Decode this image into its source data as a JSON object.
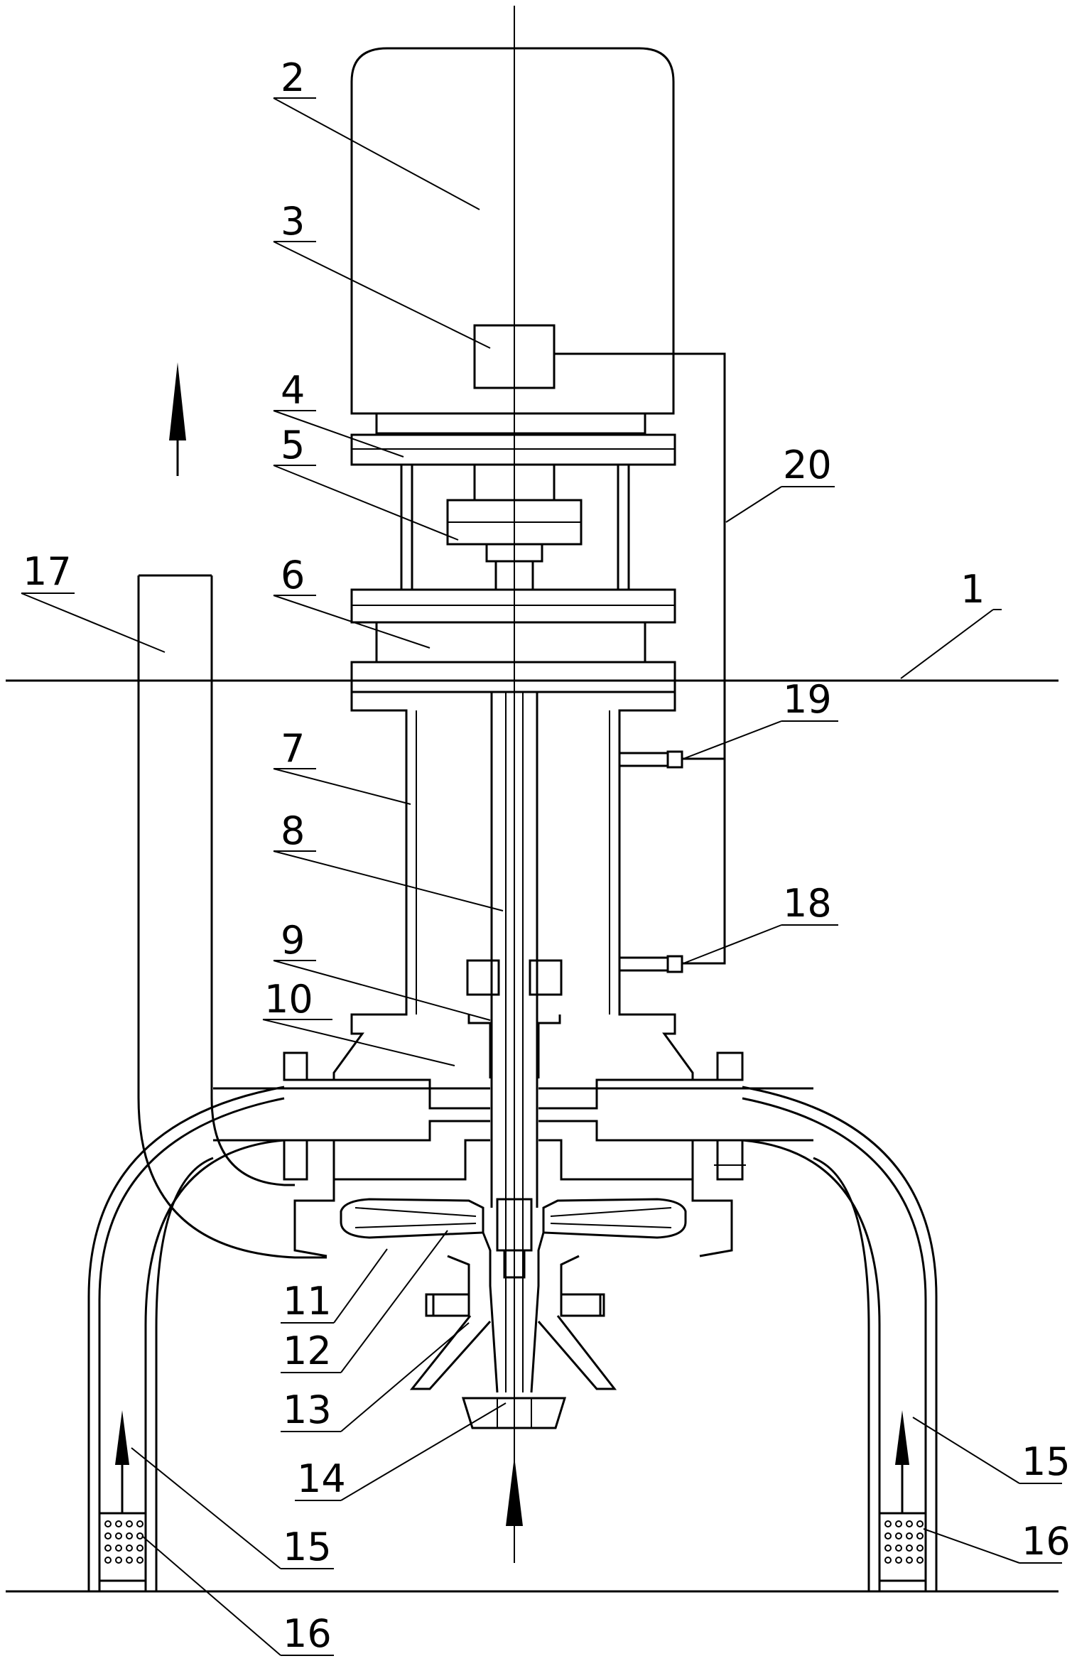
{
  "figure": {
    "labels": [
      {
        "id": "label-1",
        "text": "1"
      },
      {
        "id": "label-2",
        "text": "2"
      },
      {
        "id": "label-3",
        "text": "3"
      },
      {
        "id": "label-4",
        "text": "4"
      },
      {
        "id": "label-5",
        "text": "5"
      },
      {
        "id": "label-6",
        "text": "6"
      },
      {
        "id": "label-7",
        "text": "7"
      },
      {
        "id": "label-8",
        "text": "8"
      },
      {
        "id": "label-9",
        "text": "9"
      },
      {
        "id": "label-10",
        "text": "10"
      },
      {
        "id": "label-11",
        "text": "11"
      },
      {
        "id": "label-12",
        "text": "12"
      },
      {
        "id": "label-13",
        "text": "13"
      },
      {
        "id": "label-14",
        "text": "14"
      },
      {
        "id": "label-15a",
        "text": "15"
      },
      {
        "id": "label-15b",
        "text": "15"
      },
      {
        "id": "label-16a",
        "text": "16"
      },
      {
        "id": "label-16b",
        "text": "16"
      },
      {
        "id": "label-17",
        "text": "17"
      },
      {
        "id": "label-18",
        "text": "18"
      },
      {
        "id": "label-19",
        "text": "19"
      },
      {
        "id": "label-20",
        "text": "20"
      }
    ],
    "line_color": "#000000",
    "background": "#ffffff"
  }
}
